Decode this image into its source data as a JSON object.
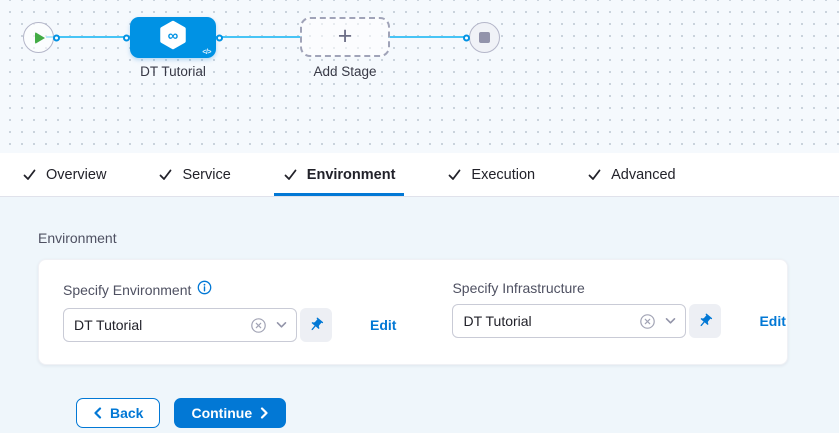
{
  "pipeline": {
    "stage_label": "DT Tutorial",
    "add_stage_label": "Add Stage",
    "add_stage_plus": "+",
    "icons": {
      "start": "play-icon",
      "stage": "cd-hexagon-infinity-icon",
      "stage_badge": "code-icon",
      "add": "plus-icon",
      "end": "stop-icon"
    }
  },
  "tabs": [
    {
      "label": "Overview",
      "checked": true
    },
    {
      "label": "Service",
      "checked": true
    },
    {
      "label": "Environment",
      "checked": true,
      "active": true
    },
    {
      "label": "Execution",
      "checked": true
    },
    {
      "label": "Advanced",
      "checked": true
    }
  ],
  "environment": {
    "heading": "Environment",
    "fields": [
      {
        "label": "Specify Environment",
        "has_info_icon": true,
        "value": "DT Tutorial",
        "edit": "Edit"
      },
      {
        "label": "Specify Infrastructure",
        "has_info_icon": false,
        "value": "DT Tutorial",
        "edit": "Edit"
      }
    ]
  },
  "footer": {
    "back": "Back",
    "continue": "Continue"
  },
  "colors": {
    "accent_blue": "#0278d5",
    "node_blue": "#0092e4",
    "edge_blue": "#47c4f5",
    "play_green": "#42ab45",
    "canvas_bg": "#f5f9fd",
    "content_bg": "#eff6fb",
    "stop_gray": "#9293ab"
  }
}
